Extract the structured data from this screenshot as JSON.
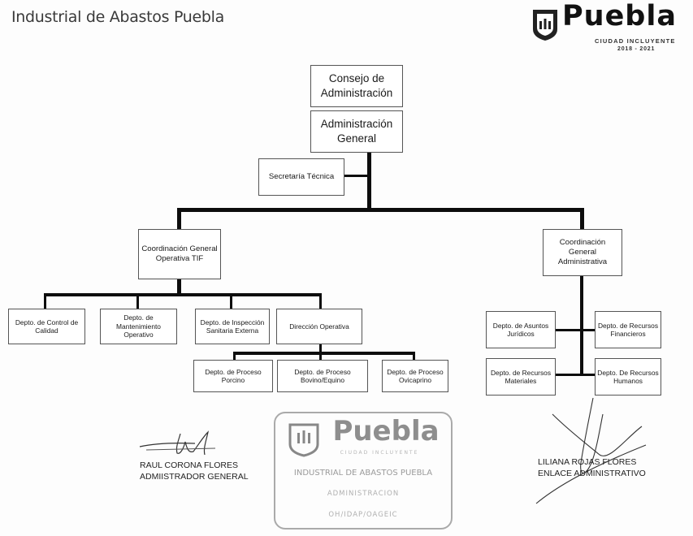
{
  "header": {
    "title": "Industrial de Abastos Puebla"
  },
  "logo": {
    "brand": "Puebla",
    "tagline": "CIUDAD INCLUYENTE",
    "years": "2018 - 2021"
  },
  "org_chart": {
    "consejo": "Consejo de Administración",
    "administracion": "Administración General",
    "secretaria": "Secretaría Técnica",
    "coord_tif": "Coordinación General Operativa TIF",
    "coord_admin": "Coordinación General Administrativa",
    "control_calidad": "Depto. de Control de Calidad",
    "mantenimiento": "Depto. de Mantenimiento Operativo",
    "inspeccion": "Depto. de Inspección Sanitaria Externa",
    "direccion_operativa": "Dirección Operativa",
    "proceso_porcino": "Depto. de Proceso Porcino",
    "proceso_bovino": "Depto. de Proceso Bovino/Equino",
    "proceso_ovicaprino": "Depto. de Proceso Ovicaprino",
    "asuntos_juridicos": "Depto. de Asuntos Jurídicos",
    "recursos_financieros": "Depto. de Recursos Financieros",
    "recursos_materiales": "Depto. de Recursos Materiales",
    "recursos_humanos": "Depto. De Recursos Humanos"
  },
  "signatures": {
    "left_name": "RAUL CORONA FLORES",
    "left_title": "ADMIISTRADOR GENERAL",
    "right_name": "LILIANA ROJAS FLORES",
    "right_title": "ENLACE ADMINISTRATIVO"
  },
  "stamp": {
    "brand": "Puebla",
    "tagline": "CIUDAD INCLUYENTE",
    "line1": "INDUSTRIAL DE ABASTOS PUEBLA",
    "line2": "ADMINISTRACION",
    "line3": "OH/IDAP/OAGEIC"
  }
}
